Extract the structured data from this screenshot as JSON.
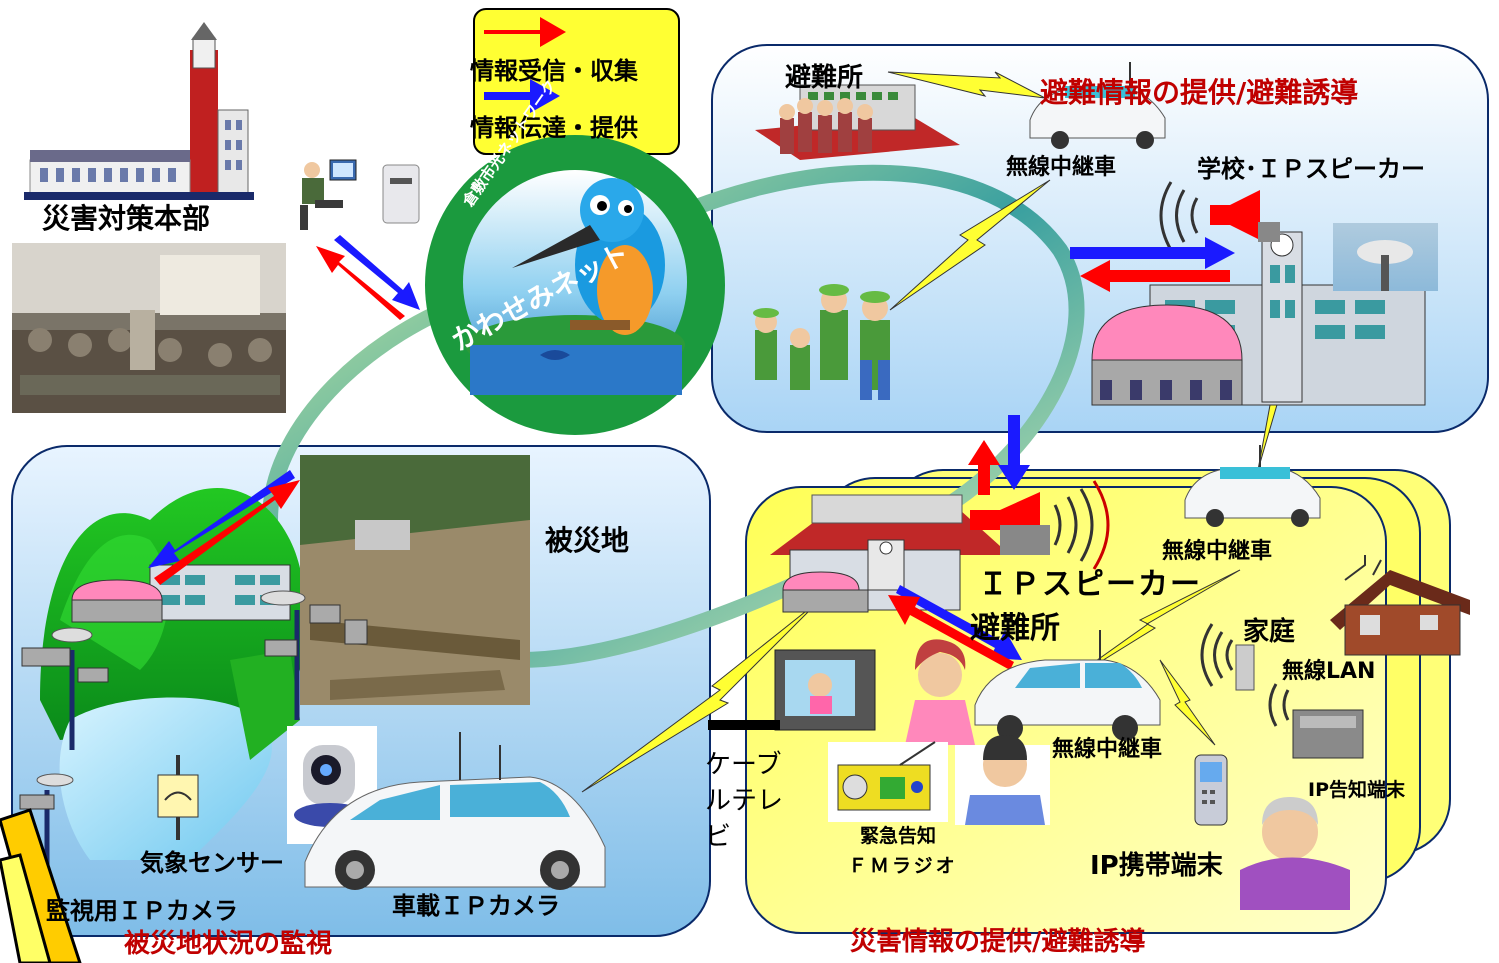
{
  "legend": {
    "receive_label": "情報受信・収集",
    "transmit_label": "情報伝達・提供",
    "receive_color": "#ff0000",
    "transmit_color": "#1a1aff"
  },
  "hq": {
    "title": "災害対策本部"
  },
  "network": {
    "logo_arc_text": "倉敷市光ネットワーク",
    "logo_name": "かわせみネット"
  },
  "evacuation_panel": {
    "title": "避難情報の提供/避難誘導",
    "shelter_label": "避難所",
    "relay_car_label": "無線中継車",
    "school_speaker_label": "学校･ＩＰスピーカー"
  },
  "disaster_panel": {
    "title": "被災地状況の監視",
    "area_label": "被災地",
    "weather_sensor_label": "気象センサー",
    "monitor_camera_label": "監視用ＩＰカメラ",
    "vehicle_camera_label": "車載ＩＰカメラ"
  },
  "info_panel": {
    "title": "災害情報の提供/避難誘導",
    "relay_car_top_label": "無線中継車",
    "ip_speaker_label": "ＩＰスピーカー",
    "shelter_label": "避難所",
    "home_label": "家庭",
    "wlan_label": "無線LAN",
    "relay_car_bottom_label": "無線中継車",
    "ip_notice_label": "IP告知端末",
    "cable_tv_label": "ケーブルテレビ",
    "fm_radio_label_1": "緊急告知",
    "fm_radio_label_2": "ＦＭラジオ",
    "mobile_label": "IP携帯端末"
  },
  "colors": {
    "panel_blue_top": "#ffffff",
    "panel_blue_bottom": "#a9d4f5",
    "panel_yellow": "#ffff66",
    "title_red": "#c00000",
    "lightning": "#ffff33"
  }
}
